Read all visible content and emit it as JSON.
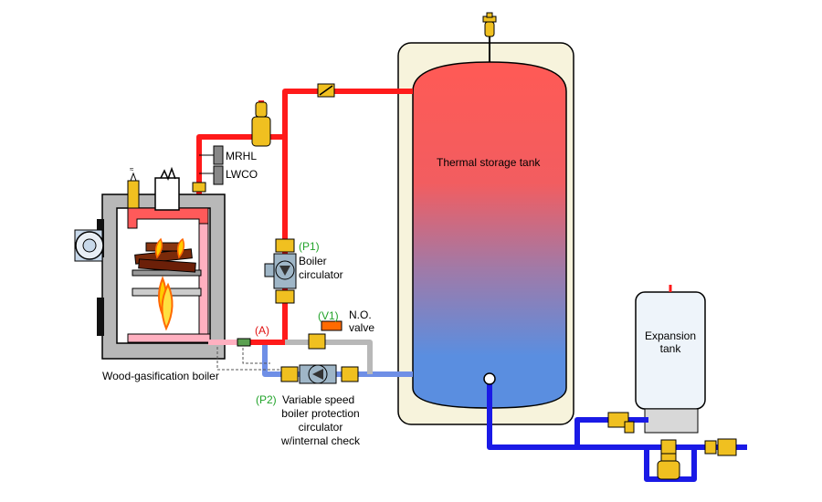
{
  "labels": {
    "thermal_storage_tank": "Thermal storage tank",
    "expansion_tank_line1": "Expansion",
    "expansion_tank_line2": "tank",
    "boiler": "Wood-gasification boiler",
    "mrhl": "MRHL",
    "lwco": "LWCO",
    "p1_tag": "(P1)",
    "p1_line1": "Boiler",
    "p1_line2": "circulator",
    "v1_tag": "(V1)",
    "v1_line1": "N.O.",
    "v1_line2": "valve",
    "a_tag": "(A)",
    "p2_tag": "(P2)",
    "p2_line1": "Variable speed",
    "p2_line2": "boiler protection",
    "p2_line3": "circulator",
    "p2_line4": "w/internal check"
  },
  "colors": {
    "hot_pipe": "#ff1a1a",
    "cold_pipe": "#1a1ae6",
    "mid_pipe": "#6f8fe6",
    "bypass_pipe": "#b8b8b8",
    "brass": "#f0c020",
    "tank_shell": "#f7f3dc",
    "boiler_body": "#b8b8b8",
    "label_green": "#22a32a",
    "label_red": "#e01010"
  }
}
